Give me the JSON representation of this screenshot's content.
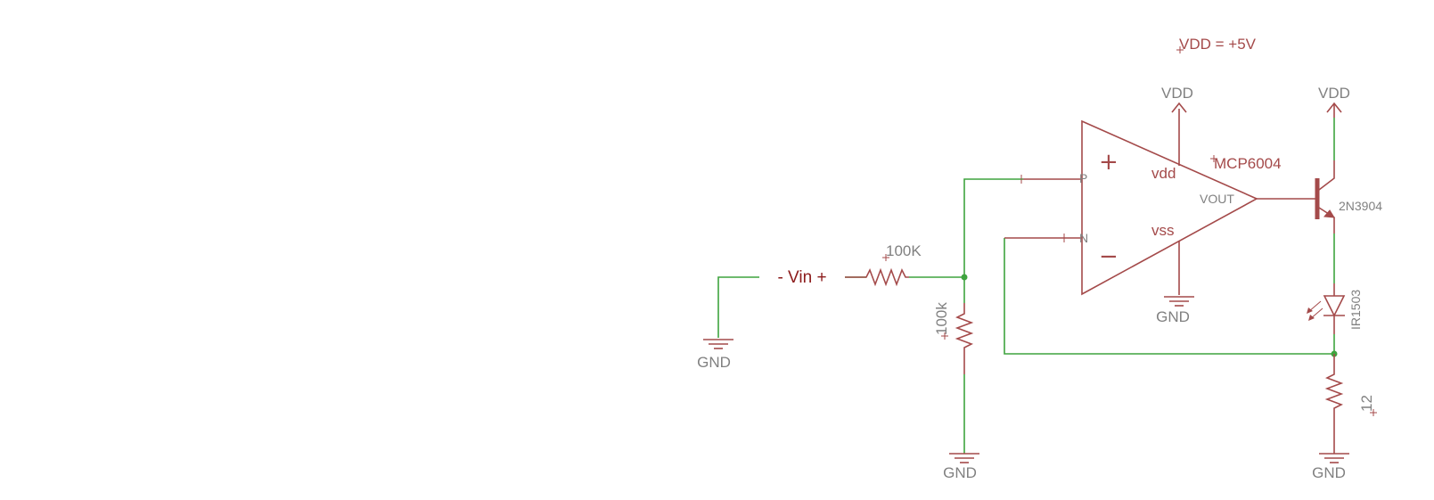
{
  "note": "VDD = +5V",
  "supply": {
    "vdd_label": "VDD",
    "gnd_label": "GND"
  },
  "opamp": {
    "name": "MCP6004",
    "plus_sign": "+",
    "minus_sign": "−",
    "pin_p": "P",
    "pin_n": "N",
    "pin_vdd": "vdd",
    "pin_vss": "vss",
    "pin_out": "VOUT"
  },
  "transistor": {
    "name": "2N3904"
  },
  "led": {
    "name": "IR1503"
  },
  "resistors": {
    "r_series": "100K",
    "r_shunt": "100k",
    "r_emitter": "12"
  },
  "source": {
    "label": "- Vin +"
  },
  "colors": {
    "wire": "#3fa43f",
    "part": "#a44a4a",
    "net_label": "#808080"
  }
}
